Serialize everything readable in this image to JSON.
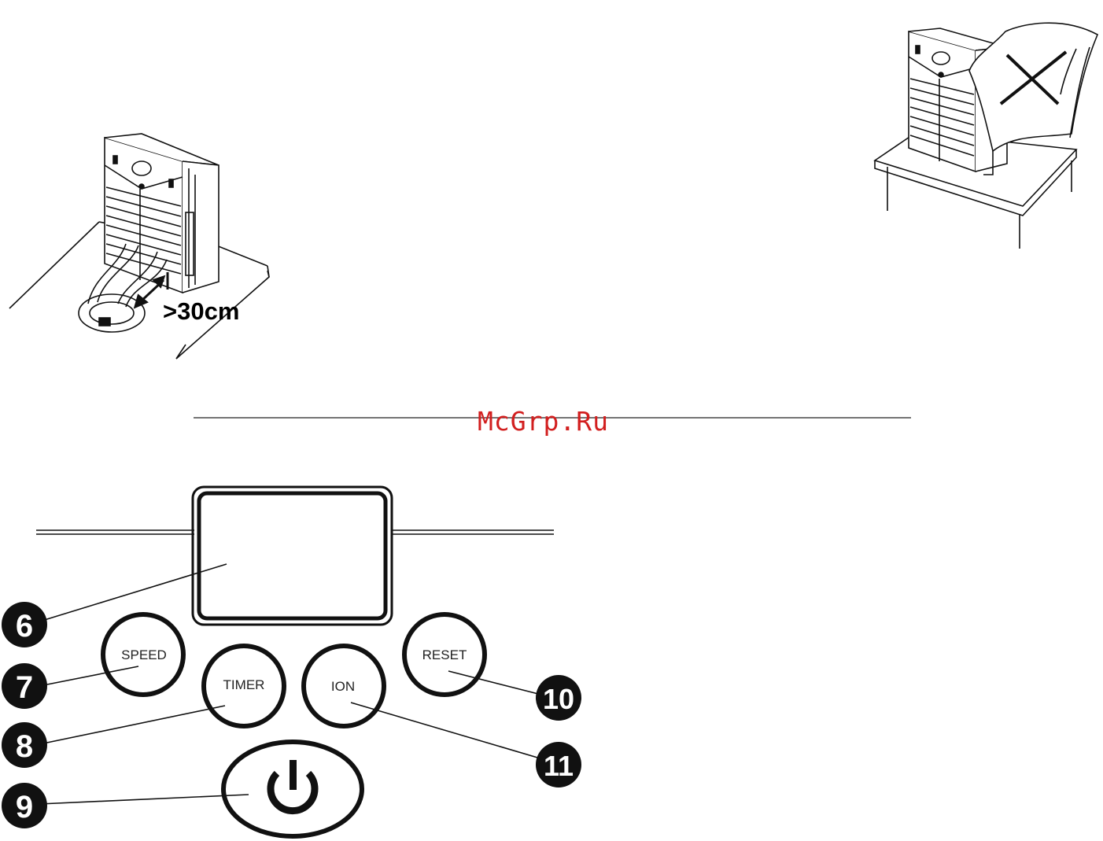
{
  "watermark": "McGrp.Ru",
  "distance_label": ">30cm",
  "buttons": {
    "speed": "SPEED",
    "timer": "TIMER",
    "ion": "ION",
    "reset": "RESET"
  },
  "callouts": [
    "6",
    "7",
    "8",
    "9",
    "10",
    "11"
  ],
  "colors": {
    "watermark": "#d21f1f",
    "ink": "#000000"
  },
  "icons": {
    "power": "power-icon",
    "prohibited": "cross-mark-icon"
  }
}
